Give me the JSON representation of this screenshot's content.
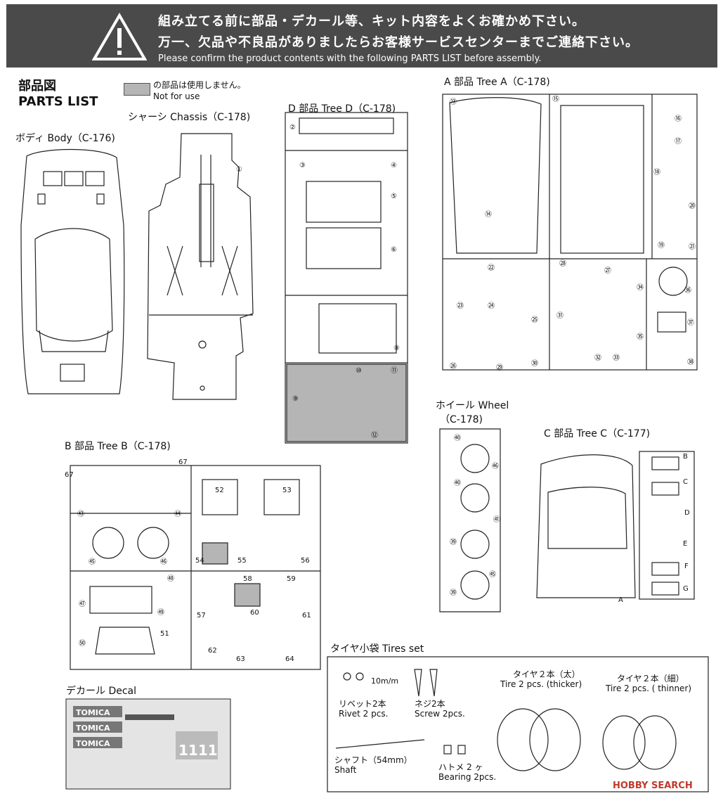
{
  "banner": {
    "line1": "組み立てる前に部品・デカール等、キット内容をよくお確かめ下さい。",
    "line2": "万一、欠品や不良品がありましたらお客様サービスセンターまでご連絡下さい。",
    "line3": "Please confirm the product contents with the following PARTS LIST before assembly."
  },
  "header": {
    "title_jp": "部品図",
    "title_en": "PARTS LIST"
  },
  "legend": {
    "jp": "の部品は使用しません。",
    "en": "Not for use"
  },
  "sections": {
    "body": "ボディ Body（C-176)",
    "chassis": "シャーシ Chassis（C-178)",
    "tree_d": "D 部品 Tree D（C-178)",
    "tree_a": "A 部品 Tree A（C-178)",
    "wheel_1": "ホイール Wheel",
    "wheel_2": "（C-178)",
    "tree_b": "B 部品 Tree B（C-178)",
    "tree_c": "C 部品 Tree C（C-177)",
    "decal": "デカール Decal",
    "tires_set": "タイヤ小袋  Tires set"
  },
  "tires": {
    "rivet_jp": "リベット2本",
    "rivet_en": "Rivet 2 pcs.",
    "rivet_size": "10m/m",
    "screw_jp": "ネジ2本",
    "screw_en": "Screw 2pcs.",
    "shaft_jp": "シャフト（54mm）",
    "shaft_en": "Shaft",
    "bearing_jp": "ハトメ 2 ヶ",
    "bearing_en": "Bearing 2pcs.",
    "thick_jp": "タイヤ２本（太）",
    "thick_en": "Tire 2 pcs. (thicker)",
    "thin_jp": "タイヤ２本（細）",
    "thin_en": "Tire 2 pcs. ( thinner)"
  },
  "decal_text": {
    "brand": "TOMICA",
    "number": "1111"
  },
  "watermark": "HOBBY SEARCH",
  "parts": {
    "chassis": [
      "①"
    ],
    "tree_d": [
      "②",
      "③",
      "④",
      "⑤",
      "⑥",
      "⑧",
      "⑨",
      "⑩",
      "⑪",
      "⑫"
    ],
    "tree_a": [
      "⑬",
      "⑭",
      "⑮",
      "⑯",
      "⑰",
      "⑱",
      "⑲",
      "⑳",
      "㉑",
      "㉒",
      "㉓",
      "㉔",
      "㉕",
      "㉖",
      "㉗",
      "㉘",
      "㉙",
      "㉚",
      "㉛",
      "㉜",
      "㉝",
      "㉞",
      "㉟",
      "㊱",
      "㊲",
      "㊳"
    ],
    "wheel": [
      "㊵",
      "㊵",
      "㊶",
      "㊴",
      "㊴",
      "㊻",
      "㊺"
    ],
    "tree_b": [
      "㊸",
      "㊹",
      "㊺",
      "㊻",
      "㊼",
      "㊽",
      "㊾",
      "㊿",
      "51",
      "52",
      "53",
      "54",
      "55",
      "56",
      "57",
      "58",
      "59",
      "60",
      "61",
      "62",
      "63",
      "64",
      "67",
      "67"
    ],
    "tree_c": [
      "B",
      "C",
      "D",
      "E",
      "F",
      "G",
      "A"
    ]
  },
  "colors": {
    "banner_bg": "#4a4a4a",
    "not_used_gray": "#b5b5b5"
  }
}
